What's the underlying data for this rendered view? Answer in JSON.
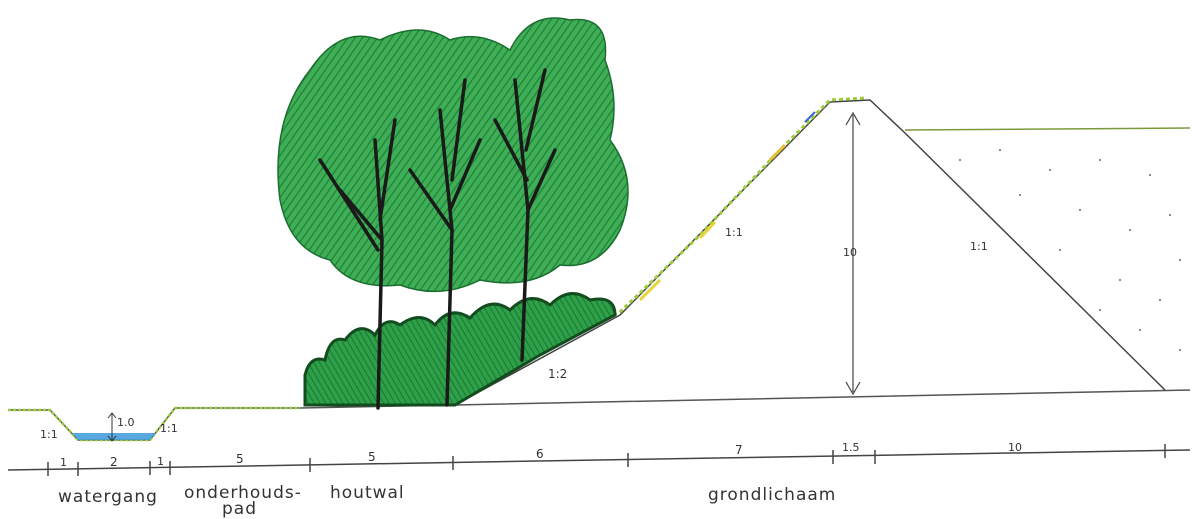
{
  "ditch": {
    "slope_left": "1:1",
    "slope_right": "1:1",
    "depth": "1.0"
  },
  "slopes": {
    "hedge": "1:2",
    "dike_front": "1:1",
    "dike_back": "1:1",
    "dike_height": "10"
  },
  "dimensions": {
    "d1": "1",
    "d2": "2",
    "d3": "1",
    "d4": "5",
    "d5": "5",
    "d6": "6",
    "d7": "7",
    "d8": "1.5",
    "d9": "10"
  },
  "zones": {
    "watergang": "watergang",
    "onderhouds_line1": "onderhouds-",
    "onderhouds_line2": "pad",
    "houtwal": "houtwal",
    "grondlichaam": "grondlichaam"
  },
  "colors": {
    "tree_dark": "#1f8a3a",
    "tree_light": "#5cc070",
    "shrub": "#2e9a48",
    "water": "#3a9ad9",
    "grass": "#a8d84a",
    "trunk": "#1a1a1a"
  }
}
